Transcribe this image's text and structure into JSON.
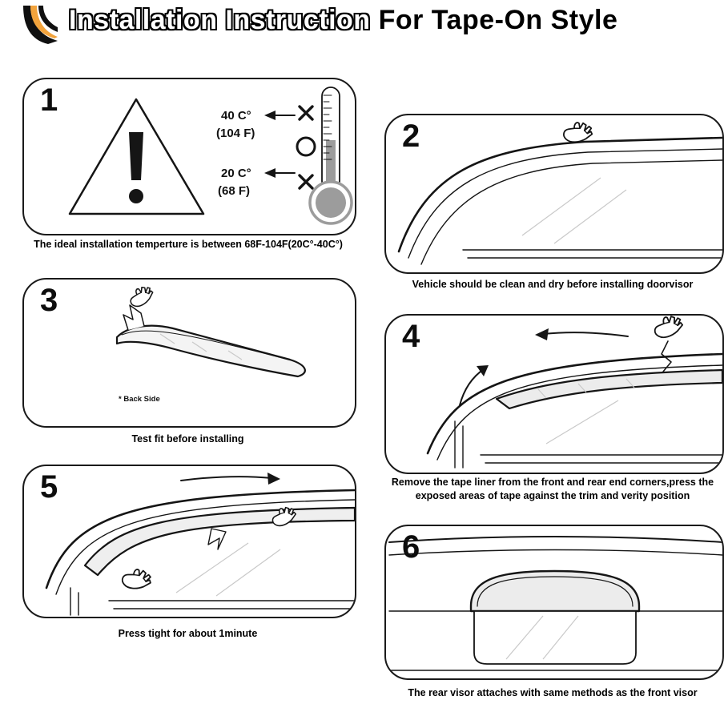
{
  "header": {
    "title_outline": "Installation Instruction",
    "title_solid": "For Tape-On Style"
  },
  "colors": {
    "accent_orange": "#f2a33c",
    "ink": "#151515",
    "gray": "#9c9c9c"
  },
  "steps": {
    "s1": {
      "number": "1",
      "temp_high_c": "40 C°",
      "temp_high_f": "(104 F)",
      "temp_low_c": "20 C°",
      "temp_low_f": "(68 F)",
      "caption": "The ideal installation temperture is between 68F-104F(20C°-40C°)"
    },
    "s2": {
      "number": "2",
      "caption": "Vehicle should be clean and dry before installing doorvisor"
    },
    "s3": {
      "number": "3",
      "back_side_label": "* Back Side",
      "caption": "Test fit before installing"
    },
    "s4": {
      "number": "4",
      "caption": "Remove the tape liner from the front and rear end corners,press the exposed areas of tape against the trim and verity position"
    },
    "s5": {
      "number": "5",
      "caption": "Press tight for about 1minute"
    },
    "s6": {
      "number": "6",
      "caption": "The rear visor attaches with same methods as the front visor"
    }
  }
}
